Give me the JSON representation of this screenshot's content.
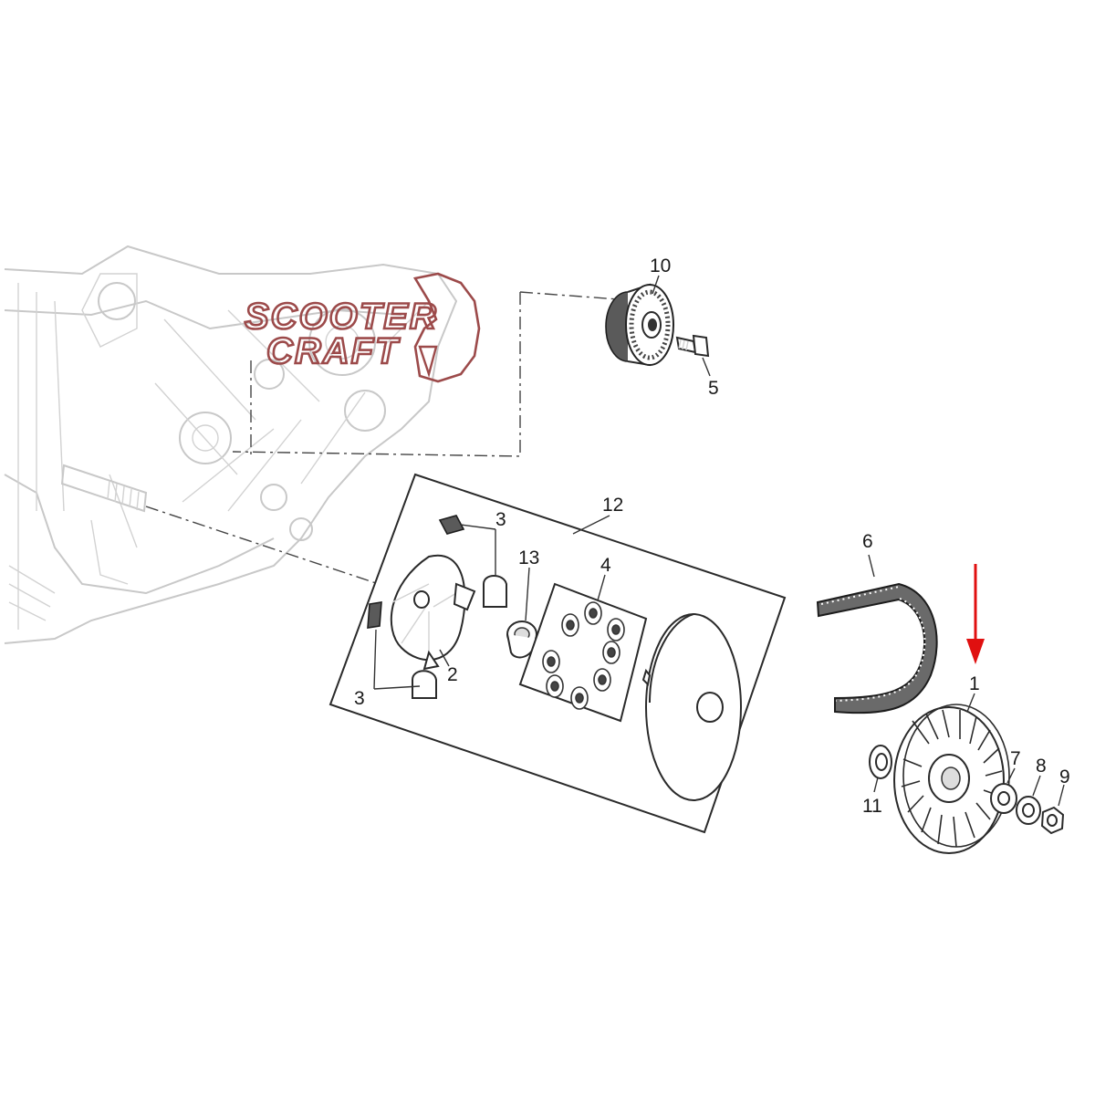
{
  "watermark": {
    "line1": "SCOOTER",
    "line2": "CRAFT",
    "color": "#9c4a4a"
  },
  "callouts": {
    "c1": "1",
    "c2": "2",
    "c3a": "3",
    "c3b": "3",
    "c4": "4",
    "c5": "5",
    "c6": "6",
    "c7": "7",
    "c8": "8",
    "c9": "9",
    "c10": "10",
    "c11": "11",
    "c12": "12",
    "c13": "13"
  },
  "highlight_arrow": {
    "color": "#e01010",
    "points_to": "1"
  },
  "colors": {
    "line": "#2a2a2a",
    "ghost": "#c8c8c8",
    "belt": "#555555"
  }
}
